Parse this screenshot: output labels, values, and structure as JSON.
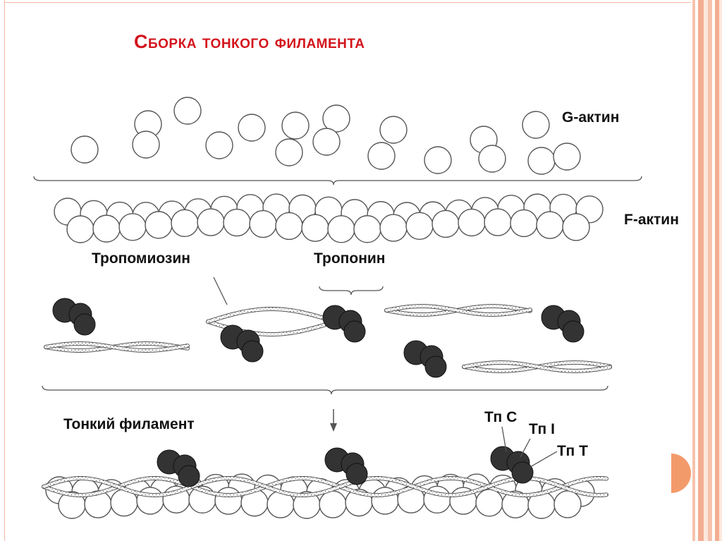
{
  "slide": {
    "title": "Сборка тонкого филамента"
  },
  "labels": {
    "g_actin": "G-актин",
    "f_actin": "F-актин",
    "tropomyosin": "Тропомиозин",
    "troponin": "Тропонин",
    "thin_filament": "Тонкий филамент",
    "tn_c": "Тп С",
    "tn_i": "Тп I",
    "tn_t": "Тп Т"
  },
  "colors": {
    "title": "#d4141c",
    "accent": "#f39a6b",
    "troponin": "#333333",
    "outline": "#555555"
  }
}
